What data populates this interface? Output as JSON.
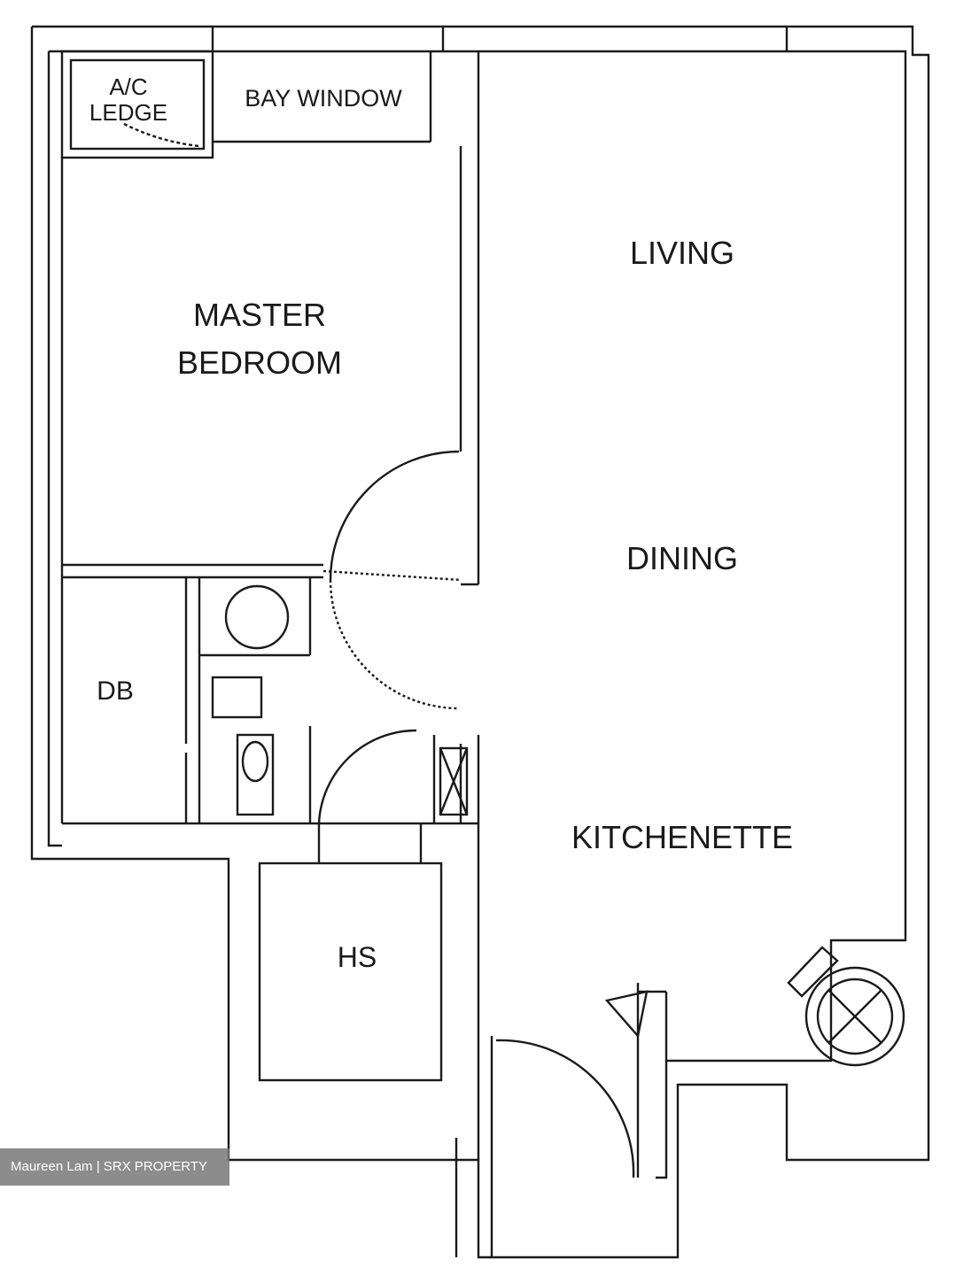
{
  "rooms": {
    "ac_ledge_line1": "A/C",
    "ac_ledge_line2": "LEDGE",
    "bay_window": "BAY WINDOW",
    "master_bedroom_line1": "MASTER",
    "master_bedroom_line2": "BEDROOM",
    "living": "LIVING",
    "dining": "DINING",
    "db": "DB",
    "kitchenette": "KITCHENETTE",
    "hs": "HS"
  },
  "watermark": "Maureen Lam | SRX PROPERTY",
  "colors": {
    "line": "#1a1a1a",
    "background": "#ffffff",
    "watermark_bg": "#787878"
  }
}
